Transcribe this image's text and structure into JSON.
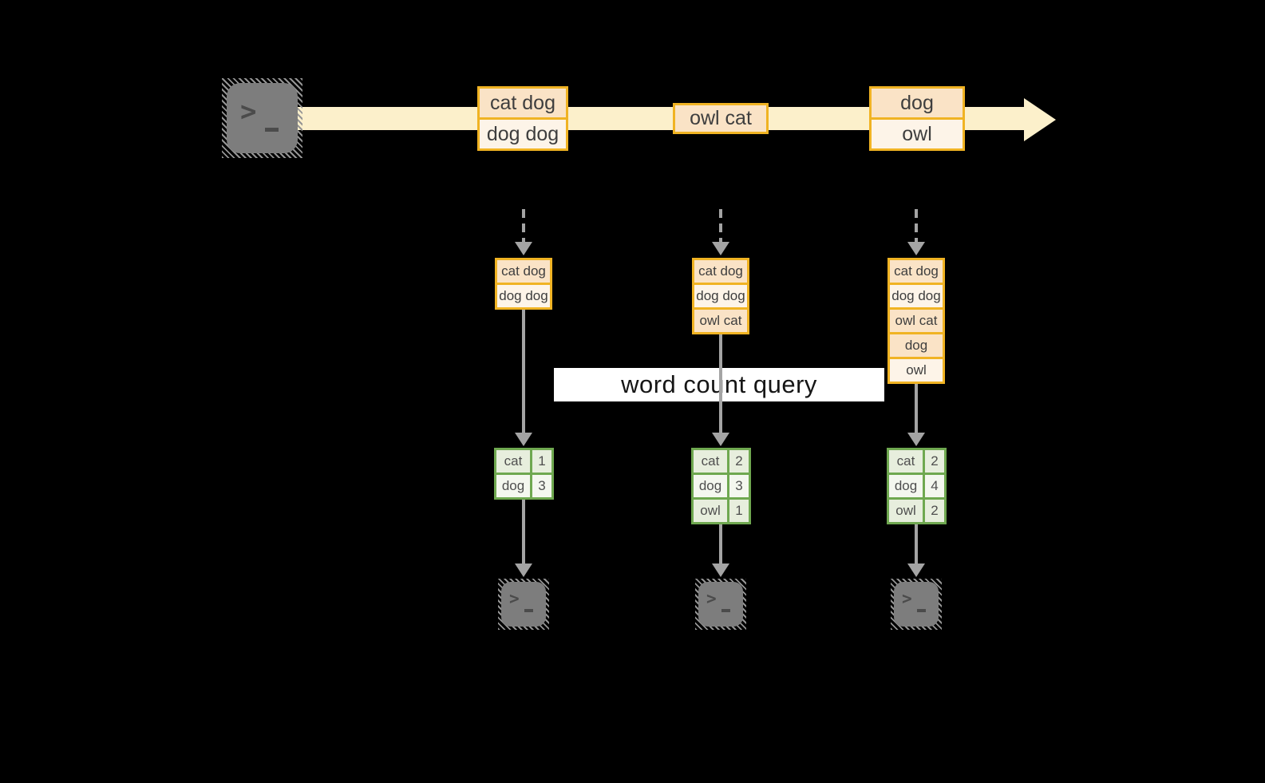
{
  "query_label": "word count query",
  "stream_messages": [
    {
      "lines": [
        "cat dog",
        "dog dog"
      ]
    },
    {
      "lines": [
        "owl cat"
      ]
    },
    {
      "lines": [
        "dog",
        "owl"
      ]
    }
  ],
  "columns": [
    {
      "buffer": [
        "cat dog",
        "dog dog"
      ],
      "counts": [
        {
          "word": "cat",
          "count": "1"
        },
        {
          "word": "dog",
          "count": "3"
        }
      ]
    },
    {
      "buffer": [
        "cat dog",
        "dog dog",
        "owl cat"
      ],
      "counts": [
        {
          "word": "cat",
          "count": "2"
        },
        {
          "word": "dog",
          "count": "3"
        },
        {
          "word": "owl",
          "count": "1"
        }
      ]
    },
    {
      "buffer": [
        "cat dog",
        "dog dog",
        "owl cat",
        "dog",
        "owl"
      ],
      "counts": [
        {
          "word": "cat",
          "count": "2"
        },
        {
          "word": "dog",
          "count": "4"
        },
        {
          "word": "owl",
          "count": "2"
        }
      ]
    }
  ],
  "icons": {
    "source": "terminal-icon",
    "sinks": [
      "terminal-icon",
      "terminal-icon",
      "terminal-icon"
    ]
  },
  "colors": {
    "background": "#000000",
    "stream_band": "#fcf0cb",
    "message_border": "#f0b323",
    "message_fill_dark": "#fae3c6",
    "message_fill_light": "#fdf4e8",
    "table_border": "#6fa850",
    "table_row_a": "#e7eedd",
    "table_row_b": "#f4f7ef",
    "arrow_gray": "#a4a4a4",
    "query_label_bg": "#ffffff"
  }
}
